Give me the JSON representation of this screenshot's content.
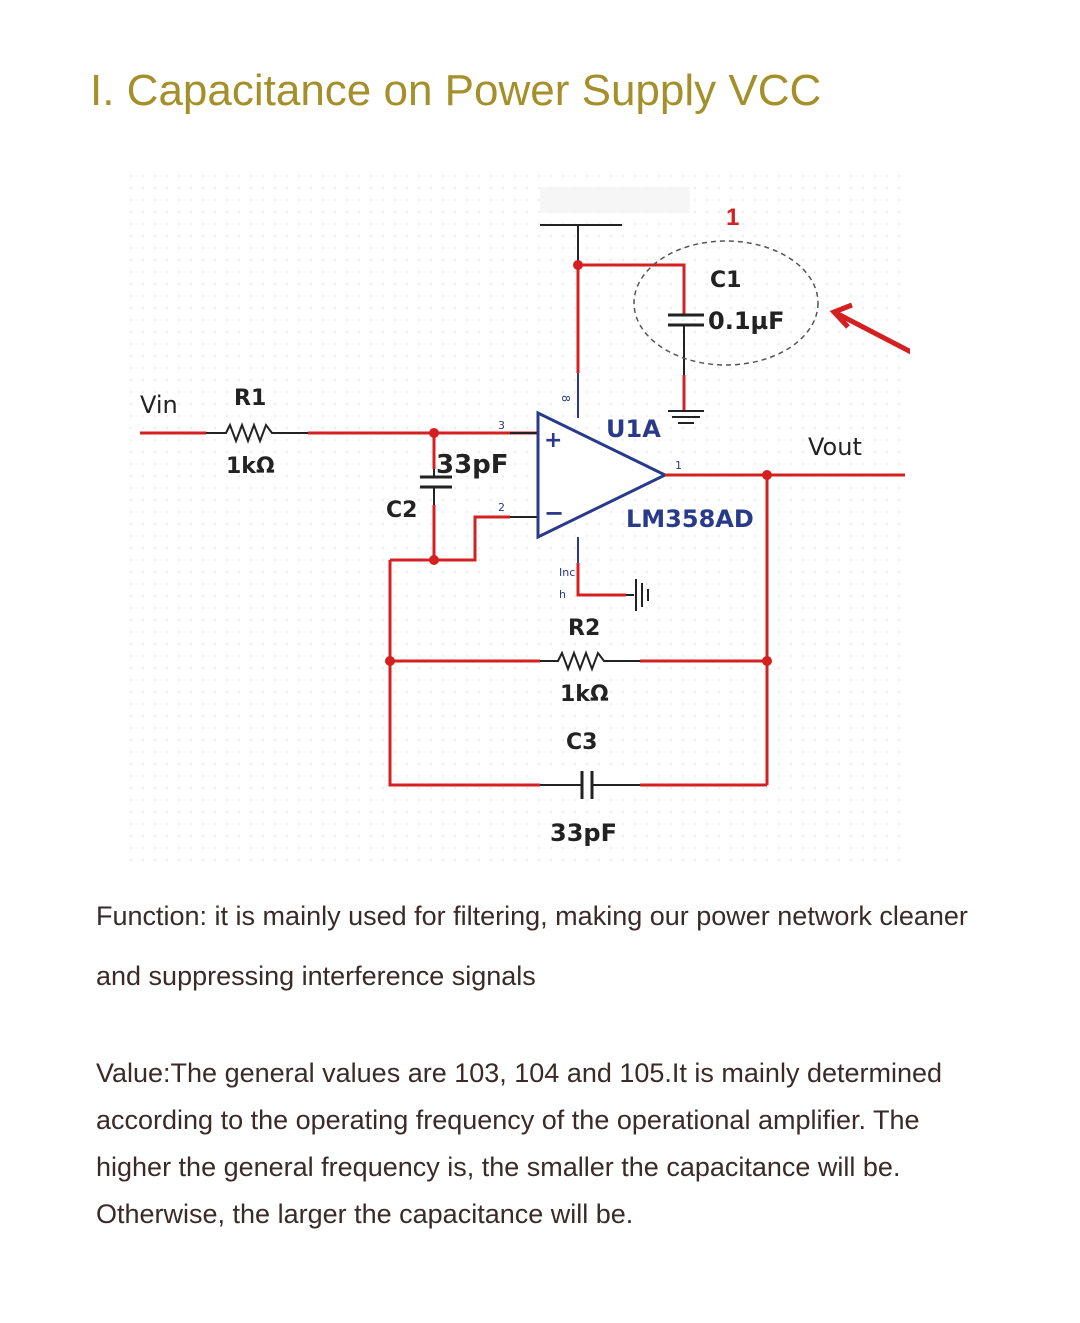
{
  "title": "I. Capacitance on Power Supply VCC",
  "circuit": {
    "vin": "Vin",
    "vout": "Vout",
    "r1": {
      "name": "R1",
      "value": "1kΩ"
    },
    "r2": {
      "name": "R2",
      "value": "1kΩ"
    },
    "c1": {
      "name": "C1",
      "value": "0.1µF"
    },
    "c2": {
      "name": "C2",
      "value": "33pF"
    },
    "c3": {
      "name": "C3",
      "value": "33pF"
    },
    "opamp_ref": "U1A",
    "opamp_part": "LM358AD",
    "pin_3": "3",
    "pin_2": "2",
    "pin_8": "8",
    "pin_1": "1",
    "pin_4_l1": "Inc",
    "pin_4_l2": "h",
    "plus": "+",
    "minus": "−",
    "marker": "1",
    "colors": {
      "wire_red": "#d42020",
      "wire_black": "#222222",
      "marker_red": "#d42020"
    }
  },
  "function_text": "Function: it is mainly used for filtering, making our power network cleaner and suppressing interference signals",
  "value_text": "Value:The general values are 103, 104 and 105.It is mainly determined according to the operating frequency of the operational amplifier. The higher the general frequency is, the smaller the capacitance will be. Otherwise, the larger the capacitance will be."
}
